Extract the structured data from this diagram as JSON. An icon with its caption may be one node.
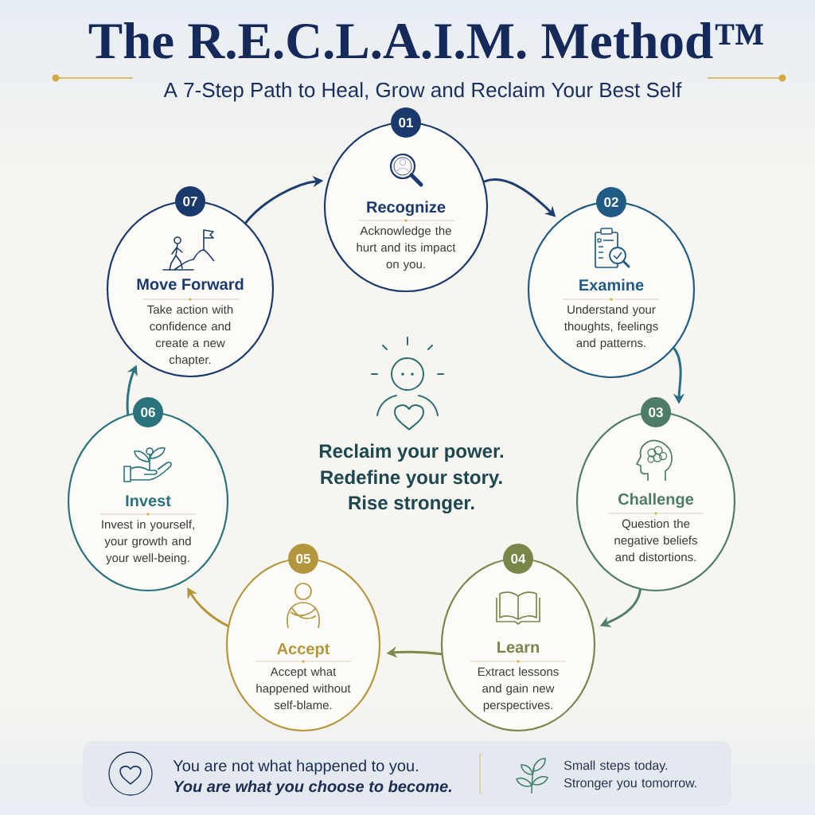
{
  "diagram": {
    "title": "The R.E.C.L.A.I.M. Method™",
    "nodes": [
      {
        "text": [
          "01",
          "Recognize",
          "Acknowledge the hurt and its impact on you."
        ]
      },
      {
        "text": [
          "02",
          "Examine",
          "Understand your thoughts, feelings and patterns."
        ]
      },
      {
        "text": [
          "03",
          "Challenge",
          "Question the negative beliefs and distortions."
        ]
      },
      {
        "text": [
          "04",
          "Learn",
          "Extract lessons and gain new perspectives."
        ]
      },
      {
        "text": [
          "05",
          "Accept",
          "Accept what happened without self-blame."
        ]
      },
      {
        "text": [
          "06",
          "Invest",
          "Invest in yourself, your growth and your well-being."
        ]
      },
      {
        "text": [
          "07",
          "Move Forward",
          "Take action with confidence and create a new chapter."
        ]
      },
      {
        "text": [
          "You are not what happened to you.",
          "You are what you choose to become.",
          "Small steps today. Stronger you tomorrow."
        ]
      }
    ],
    "edges": [
      {
        "from": 0,
        "to": 1,
        "arrow": "to",
        "color": "#1b3d70"
      },
      {
        "from": 1,
        "to": 2,
        "arrow": "to",
        "color": "#2b6f86"
      },
      {
        "from": 2,
        "to": 3,
        "arrow": "to",
        "color": "#4f7f68"
      },
      {
        "from": 3,
        "to": 4,
        "arrow": "to",
        "color": "#7d8a4a"
      },
      {
        "from": 4,
        "to": 5,
        "arrow": "to",
        "color": "#b3963a"
      },
      {
        "from": 5,
        "to": 6,
        "arrow": "to",
        "color": "#2d7480"
      },
      {
        "from": 6,
        "to": 0,
        "arrow": "to",
        "color": "#1b3d70"
      }
    ],
    "labels": [
      "A 7-Step Path to Heal, Grow and Reclaim Your Best Self",
      "Reclaim your power.",
      "Redefine your story.",
      "Rise stronger."
    ]
  }
}
